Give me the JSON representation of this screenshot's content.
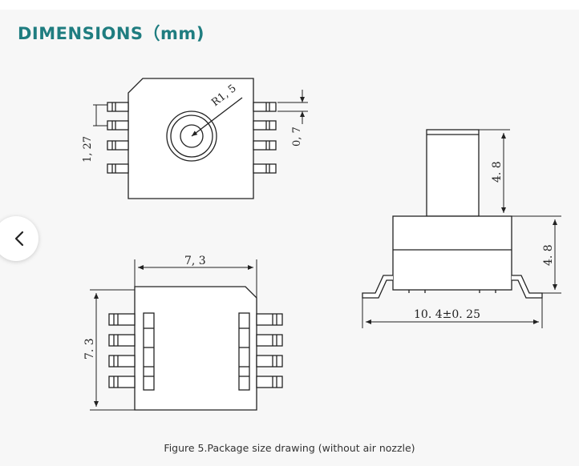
{
  "title": "DIMENSIONS（mm)",
  "caption": "Figure 5.Package size drawing (without air nozzle)",
  "nav": {
    "icon": "chevron-left-icon"
  },
  "dimensions": {
    "radius": "R1, 5",
    "pin_width": "0, 7",
    "pin_pitch": "1, 27",
    "nozzle_height": "4. 8",
    "body_height": "4. 8",
    "overall_width": "10. 4±0. 25",
    "body_width": "7, 3",
    "body_length": "7. 3"
  },
  "colors": {
    "title": "#1f7d80",
    "line": "#222222",
    "background": "#f7f7f7"
  }
}
